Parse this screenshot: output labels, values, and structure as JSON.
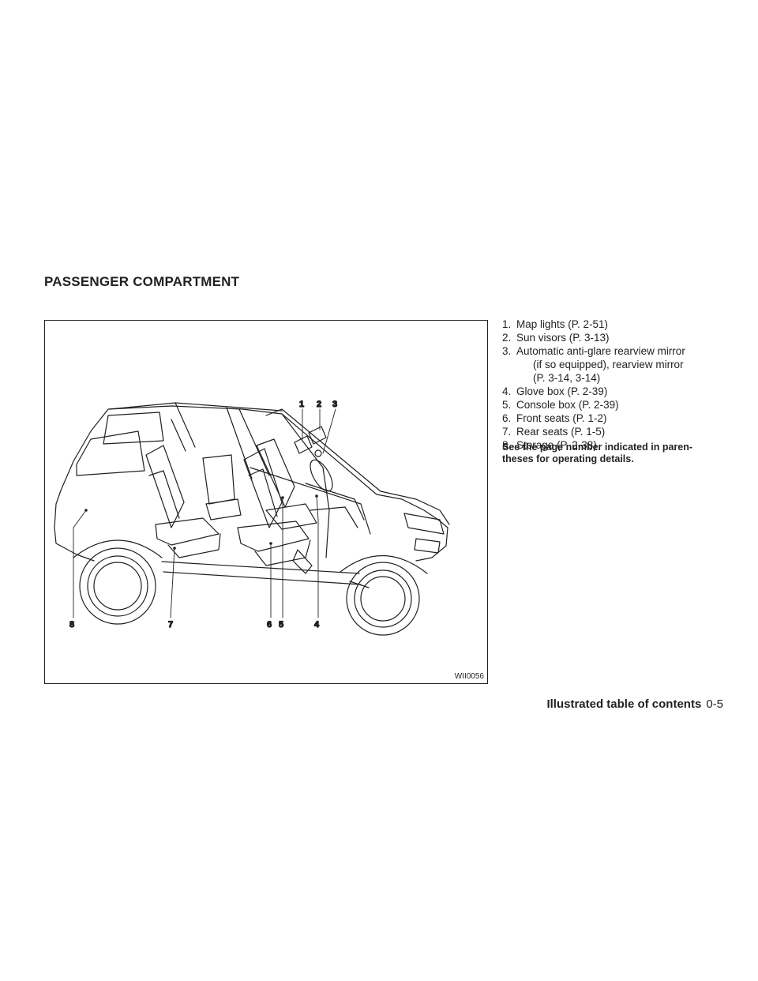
{
  "section_title": "PASSENGER COMPARTMENT",
  "figure": {
    "id": "WII0056",
    "callouts": [
      "1",
      "2",
      "3",
      "4",
      "5",
      "6",
      "7",
      "8"
    ]
  },
  "legend": [
    {
      "num": "1.",
      "text": "Map lights (P. 2-51)",
      "cont": ""
    },
    {
      "num": "2.",
      "text": "Sun visors (P. 3-13)",
      "cont": ""
    },
    {
      "num": "3.",
      "text": "Automatic anti-glare rearview mirror",
      "cont": "(if so equipped), rearview mirror\n(P. 3-14, 3-14)"
    },
    {
      "num": "4.",
      "text": "Glove box (P. 2-39)",
      "cont": ""
    },
    {
      "num": "5.",
      "text": "Console box (P. 2-39)",
      "cont": ""
    },
    {
      "num": "6.",
      "text": "Front seats (P. 1-2)",
      "cont": ""
    },
    {
      "num": "7.",
      "text": "Rear seats (P. 1-5)",
      "cont": ""
    },
    {
      "num": "8.",
      "text": "Storage (P. 2-38)",
      "cont": ""
    }
  ],
  "note": "See the page number indicated in paren-\ntheses for operating details.",
  "footer": {
    "section": "Illustrated table of contents",
    "page": "0-5"
  }
}
